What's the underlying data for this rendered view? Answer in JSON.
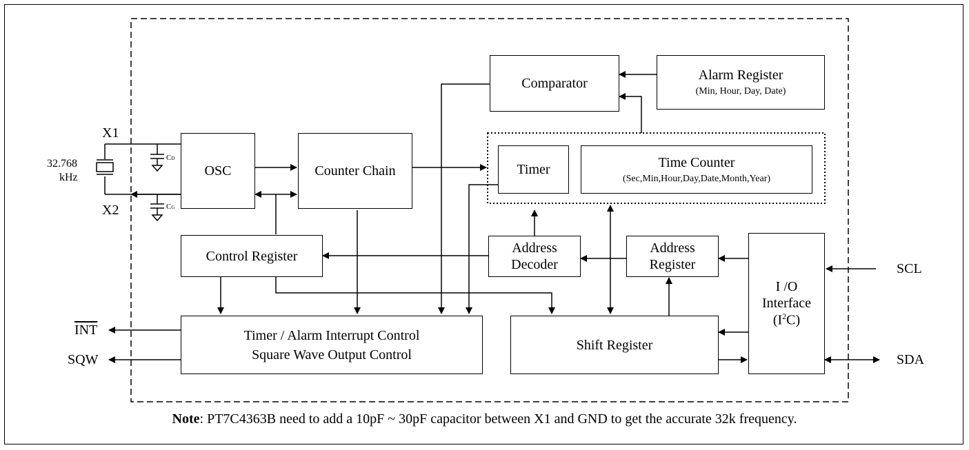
{
  "blocks": {
    "comparator": "Comparator",
    "alarm_register": "Alarm Register",
    "alarm_register_sub": "(Min, Hour, Day, Date)",
    "osc": "OSC",
    "counter_chain": "Counter Chain",
    "timer": "Timer",
    "time_counter": "Time Counter",
    "time_counter_sub": "(Sec,Min,Hour,Day,Date,Month,Year)",
    "control_register": "Control Register",
    "address_decoder_1": "Address",
    "address_decoder_2": "Decoder",
    "address_register_1": "Address",
    "address_register_2": "Register",
    "io_interface_1": "I /O",
    "io_interface_2": "Interface",
    "io_interface_3a": "(I",
    "io_interface_3sup": "2",
    "io_interface_3b": "C)",
    "interrupt_control_1": "Timer / Alarm Interrupt Control",
    "interrupt_control_2": "Square Wave Output Control",
    "shift_register": "Shift Register"
  },
  "pins": {
    "x1": "X1",
    "x2": "X2",
    "crystal_freq_1": "32.768",
    "crystal_freq_2": "kHz",
    "cd_main": "C",
    "cd_sub": "D",
    "cg_main": "C",
    "cg_sub": "G",
    "int": "INT",
    "sqw": "SQW",
    "scl": "SCL",
    "sda": "SDA"
  },
  "note": {
    "label": "Note",
    "text": ": PT7C4363B need to add a 10pF ~ 30pF capacitor between X1 and GND to get the accurate 32k frequency."
  }
}
